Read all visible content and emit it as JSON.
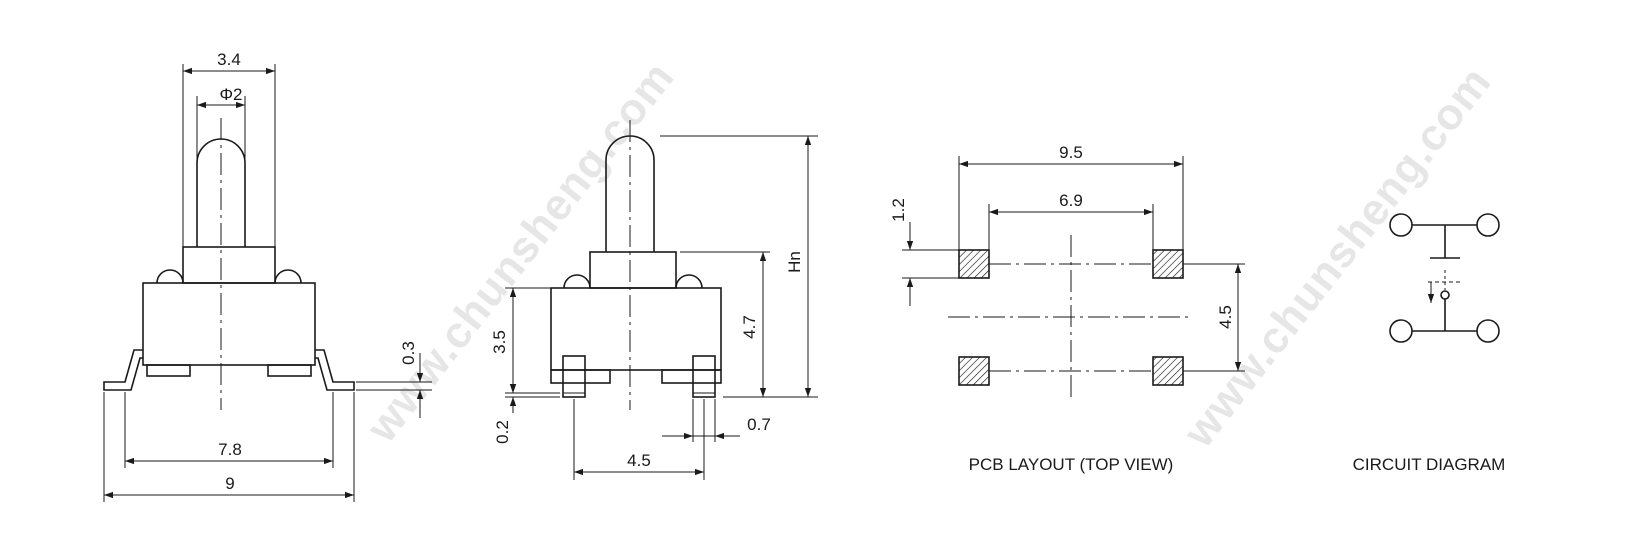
{
  "watermark": "www.chunsheng.com",
  "front_view": {
    "dims": {
      "width_top": "3.4",
      "stem_dia": "Φ2",
      "lead_span": "7.8",
      "overall": "9",
      "lead_thk": "0.3"
    }
  },
  "side_view": {
    "dims": {
      "height_total": "Hn",
      "body_h": "4.7",
      "base_h": "3.5",
      "standoff": "0.2",
      "pin_pitch": "4.5",
      "pin_w": "0.7"
    }
  },
  "pcb_layout": {
    "caption": "PCB LAYOUT (TOP VIEW)",
    "dims": {
      "outer": "9.5",
      "inner": "6.9",
      "pad": "1.2",
      "pitch": "4.5"
    }
  },
  "circuit": {
    "caption": "CIRCUIT DIAGRAM"
  },
  "colors": {
    "line": "#1a1a1a",
    "watermark": "#e6e6e6",
    "background": "#ffffff"
  }
}
